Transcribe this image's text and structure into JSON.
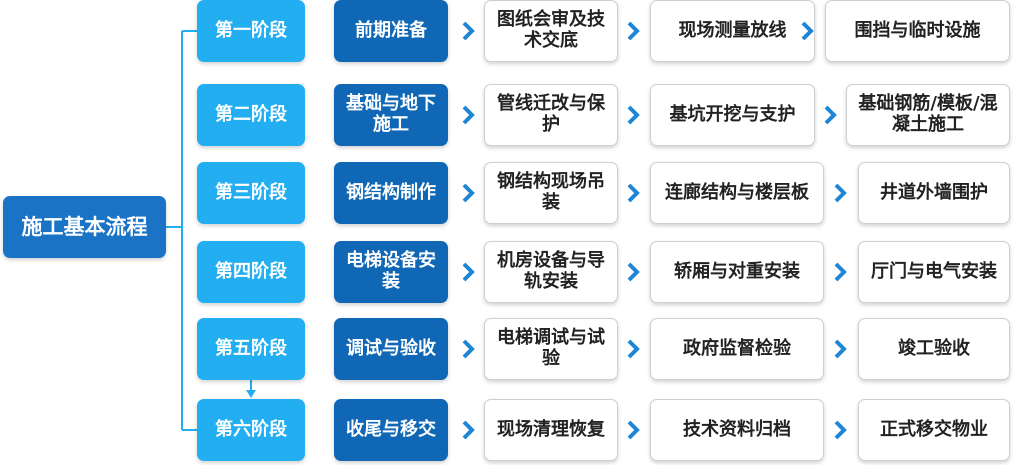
{
  "root": {
    "label": "施工基本流程"
  },
  "colors": {
    "root": "#1a73c4",
    "stage": "#22aef0",
    "phase": "#0f67b5",
    "chevron": "#1d86d6",
    "connector": "#22aef0"
  },
  "rows": [
    {
      "stage": "第一阶段",
      "phase": "前期准备",
      "tasks": [
        "图纸会审及技术交底",
        "现场测量放线",
        "围挡与临时设施"
      ]
    },
    {
      "stage": "第二阶段",
      "phase": "基础与地下施工",
      "tasks": [
        "管线迁改与保护",
        "基坑开挖与支护",
        "基础钢筋/模板/混凝土施工"
      ]
    },
    {
      "stage": "第三阶段",
      "phase": "钢结构制作",
      "tasks": [
        "钢结构现场吊装",
        "连廊结构与楼层板",
        "井道外墙围护"
      ]
    },
    {
      "stage": "第四阶段",
      "phase": "电梯设备安装",
      "tasks": [
        "机房设备与导轨安装",
        "轿厢与对重安装",
        "厅门与电气安装"
      ]
    },
    {
      "stage": "第五阶段",
      "phase": "调试与验收",
      "tasks": [
        "电梯调试与试验",
        "政府监督检验",
        "竣工验收"
      ]
    },
    {
      "stage": "第六阶段",
      "phase": "收尾与移交",
      "tasks": [
        "现场清理恢复",
        "技术资料归档",
        "正式移交物业"
      ]
    }
  ]
}
